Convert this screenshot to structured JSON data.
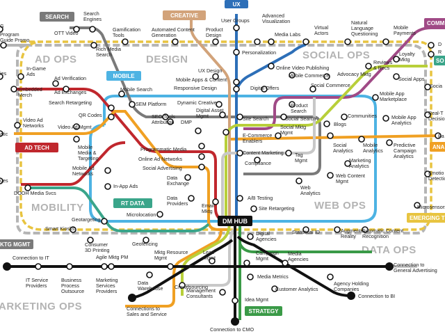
{
  "line_colors": {
    "search": "#7a7a7a",
    "creative": "#d2a37a",
    "ux": "#2d6fb8",
    "social": "#a04a86",
    "mobile": "#4db3e3",
    "adtech": "#c0272d",
    "rtdata": "#3aa58a",
    "analytics": "#f0a023",
    "strategy": "#3a9a47",
    "dmhub": "#111111",
    "mktg_mgmt": "#b5b5b5",
    "emerging": "#e8c440",
    "lime": "#b8cf3a",
    "neutral": "#c8c8c8"
  },
  "badges": {
    "search": "SEARCH",
    "creative": "CREATIVE",
    "ux": "UX",
    "commerce": "COMM",
    "mobile": "MOBILE",
    "adtech": "AD TECH",
    "rtdata": "RT DATA",
    "emerging": "EMERGING T",
    "analytics": "ANA",
    "mktg_mgmt": "KTG MGMT",
    "strategy": "STRATEGY",
    "social_badge": "SO"
  },
  "hub": "DM HUB",
  "zones": {
    "ad_ops": "AD OPS",
    "design": "DESIGN",
    "social_ops": "SOCIAL OPS",
    "mobility": "MOBILITY",
    "web_ops": "WEB OPS",
    "data_ops": "DATA OPS",
    "marketing_ops": "ARKETING OPS"
  },
  "stations": {
    "search_engines": [
      "Search",
      "Engines"
    ],
    "ott_video": "OTT Video",
    "gamification": [
      "Gamification",
      "Tools"
    ],
    "automated_content": [
      "Automated Content",
      "Generation"
    ],
    "product_design": [
      "Product",
      "Design"
    ],
    "user_groups": "User Groups",
    "advanced_viz": [
      "Advanced",
      "Visualization"
    ],
    "virtual_actors": [
      "Virtual",
      "Actors"
    ],
    "nlq": [
      "Natural",
      "Language",
      "Questioning"
    ],
    "mobile_payments": [
      "Mobile",
      "Payments"
    ],
    "program_guide": [
      "Program",
      "Guide Promo"
    ],
    "rich_media": [
      "Rich Media",
      "Search"
    ],
    "media_labs": "Media Labs",
    "personalization": "Personalization",
    "reviews_recs": [
      "Reviews",
      "& Recs"
    ],
    "loyalty": [
      "Loyalty",
      "Mktg"
    ],
    "in_game_ads": [
      "In-Game",
      "Ads"
    ],
    "ad_verification": "Ad Verification",
    "ux_design": "UX Design",
    "online_video_pub": "Online Video Publishing",
    "advocacy": "Advocacy Mktg",
    "social_apps": "Social Apps",
    "embedded_merch": [
      "Embedded",
      "Merch"
    ],
    "ad_exchanges": "Ad Exchanges",
    "mobile_apps_content": "Mobile Apps & Content",
    "mobile_commerce": "Mobile Commerce",
    "social_commerce": "Social Commerce",
    "search_retargeting": "Search Retargeting",
    "mobile_search": "Mobile Search",
    "responsive_design": "Responsive Design",
    "digital_offers": "Digital Offers",
    "mobile_app_marketplace": [
      "Mobile App",
      "Marketplace"
    ],
    "sem_platform": "SEM Platform",
    "dynamic_creative": "Dynamic Creative",
    "product_search": [
      "Product",
      "Search"
    ],
    "qr_codes": "QR Codes",
    "digital_asset": [
      "Digital Asset",
      "Mgmt"
    ],
    "seo_tools": "SEO Tools",
    "site_search": "Site Search",
    "social_search": "Social Search",
    "communities": "Communities",
    "blogs": "Blogs",
    "mobile_app_analytics": [
      "Mobile App",
      "Analytics"
    ],
    "video_ad_networks": [
      "Video Ad",
      "Networks"
    ],
    "video_ad_mgmt": "Video Ad Mgmt",
    "attribution": "Attribution",
    "dmp": "DMP",
    "ecommerce_enablers": [
      "E-Commerce",
      "Enablers"
    ],
    "social_mktg_mgmt": [
      "Social Mktg",
      "Mgmt"
    ],
    "social_analytics": [
      "Social",
      "Analytics"
    ],
    "mobile_analytics": [
      "Mobile",
      "Analytics"
    ],
    "predictive": [
      "Predictive",
      "Campaign",
      "Analytics"
    ],
    "mobile_media": [
      "Mobile",
      "Media &",
      "Targeting"
    ],
    "programmatic_media": "Programmatic Media",
    "content_marketing": "Content Marketing",
    "online_ad_networks": "Online Ad Networks",
    "tag_mgmt": [
      "Tag",
      "Mgmt"
    ],
    "marketing_analytics": [
      "Marketing",
      "Analytics"
    ],
    "compliance": "Compliance",
    "social_advertising": "Social Advertising",
    "mobile_ad_networks": [
      "Mobile Ad",
      "Networks"
    ],
    "data_exchange": [
      "Data",
      "Exchange"
    ],
    "web_content_mgmt": [
      "Web Content",
      "Mgmt"
    ],
    "dooh": "DOOH Media Svcs",
    "in_app_ads": "In-App Ads",
    "web_analytics": [
      "Web",
      "Analytics"
    ],
    "data_providers": [
      "Data",
      "Providers"
    ],
    "email_mktg": [
      "Email",
      "Mktg"
    ],
    "ab_testing": "A/B Testing",
    "site_retargeting": "Site Retargeting",
    "microsensors": "Microsensors",
    "microlocation": "Microlocation",
    "smart_kiosks": "Smart Kiosks",
    "geotargeting": "Geotargeting",
    "statistical_id": "Statistical ID",
    "augmented_reality": [
      "Augmented",
      "Reality"
    ],
    "auto_content_recognition": [
      "Automatic Content",
      "Recognition"
    ],
    "consumer_3d": [
      "Consumer",
      "3D Printing"
    ],
    "geofencing": "Geofencing",
    "digital_agencies": [
      "Digital",
      "Agencies"
    ],
    "connection_it": "Connection to IT",
    "agile_mktg_pm": "Agile Mktg PM",
    "mktg_resource": [
      "Mktg Resource",
      "Mgmt"
    ],
    "lead_mgmt": [
      "Lead",
      "Mgmt"
    ],
    "campaign_mgmt": [
      "Campaign",
      "Mgmt"
    ],
    "media_agencies": [
      "Media",
      "Agencies"
    ],
    "connection_general": [
      "Connection to",
      "General Advertising"
    ],
    "it_service": [
      "IT Service",
      "Providers"
    ],
    "business_process": [
      "Business",
      "Process",
      "Outsource"
    ],
    "marketing_services": [
      "Marketing",
      "Services",
      "Providers"
    ],
    "data_warehouse": [
      "Data",
      "Warehouse"
    ],
    "crowdsourcing": "Crowdsourcing",
    "media_metrics": "Media Metrics",
    "agency_holding": [
      "Agency Holding",
      "Companies"
    ],
    "mgmt_consultants": [
      "Management",
      "Consultants"
    ],
    "customer_analytics": "Customer Analytics",
    "connection_bi": "Connection to BI",
    "idea_mgmt": "Idea Mgmt",
    "connection_sales": [
      "Connections to",
      "Sales and Service"
    ],
    "connection_cmo": "Connection to CMO",
    "emotion_detection": [
      "Emotio",
      "Detectio"
    ],
    "real_time_decision": [
      "Real-T",
      "Decisio"
    ],
    "pa": "Pa",
    "social_partial": "Socia",
    "d_partial": "D",
    "r_partial": "R",
    "left_ies1": "ies",
    "left_atic": "atic",
    "left_ies2": "ues",
    "g_partial": "G"
  }
}
